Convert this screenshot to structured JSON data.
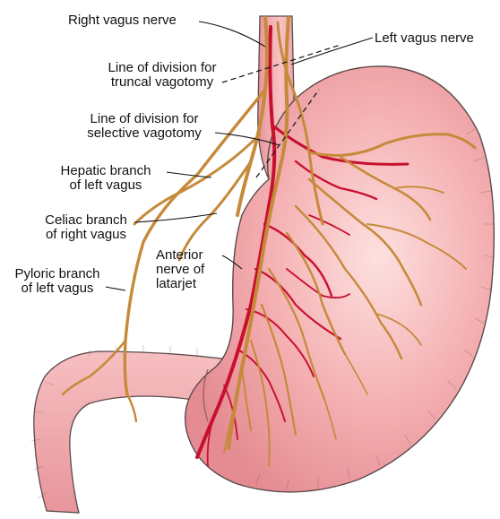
{
  "labels": {
    "right_vagus": "Right vagus nerve",
    "left_vagus": "Left vagus nerve",
    "truncal": [
      "Line of division for",
      "truncal vagotomy"
    ],
    "selective": [
      "Line of division for",
      "selective vagotomy"
    ],
    "hepatic": [
      "Hepatic branch",
      "of left vagus"
    ],
    "celiac": [
      "Celiac branch",
      "of right vagus"
    ],
    "pyloric": [
      "Pyloric branch",
      "of left vagus"
    ],
    "latarjet": [
      "Anterior",
      "nerve of",
      "latarjet"
    ]
  },
  "colors": {
    "stomach_fill": "#f2a5a8",
    "stomach_light": "#fbd3d3",
    "stomach_outline": "#5a4a4a",
    "nerve": "#c58a3a",
    "nerve_dark": "#9a6420",
    "vessel": "#c8102e",
    "leader": "#111111"
  }
}
